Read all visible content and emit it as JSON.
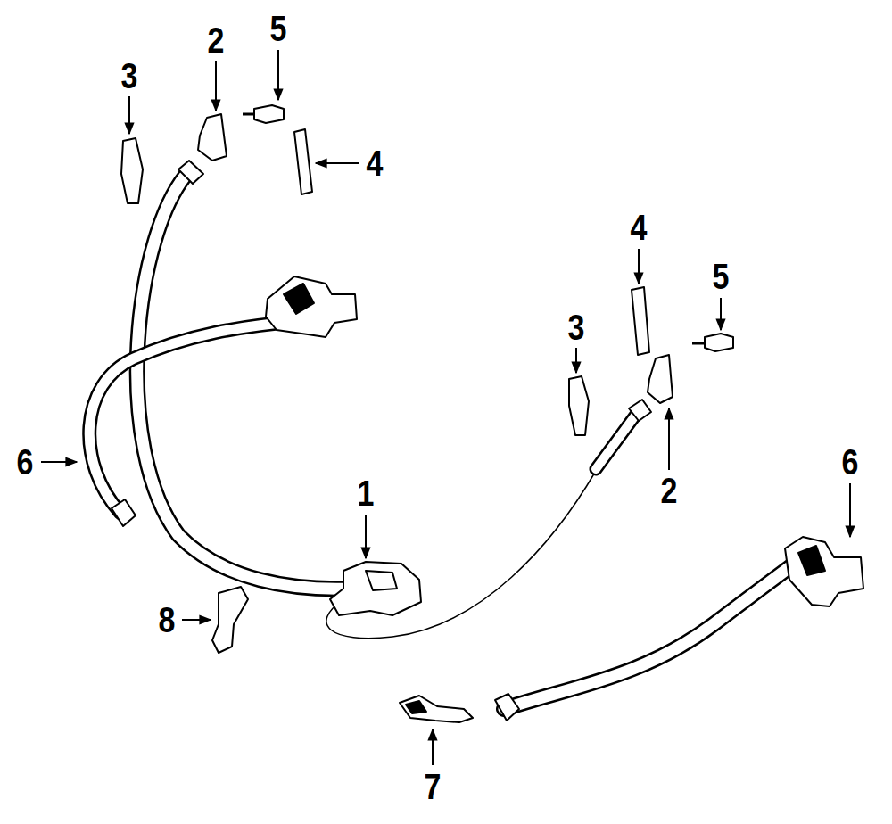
{
  "diagram": {
    "labels": [
      "3",
      "2",
      "5",
      "4",
      "4",
      "5",
      "3",
      "2",
      "6",
      "1",
      "6",
      "8",
      "7"
    ]
  }
}
